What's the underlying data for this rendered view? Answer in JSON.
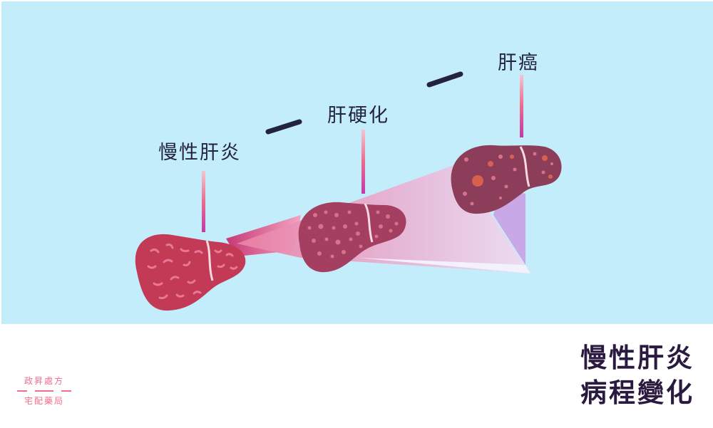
{
  "stages": [
    {
      "label": "慢性肝炎"
    },
    {
      "label": "肝硬化"
    },
    {
      "label": "肝癌"
    }
  ],
  "title": {
    "line1": "慢性肝炎",
    "line2": "病程變化"
  },
  "brand": {
    "line1": "政昇處方",
    "line2": "宅配藥局"
  },
  "colors": {
    "background": "#c4edfb",
    "liver_hepatitis": "#c23a56",
    "liver_cirrhosis": "#a43f61",
    "liver_cancer": "#8b3d5a",
    "label_text": "#23223f",
    "brand": "#f06f8a"
  }
}
